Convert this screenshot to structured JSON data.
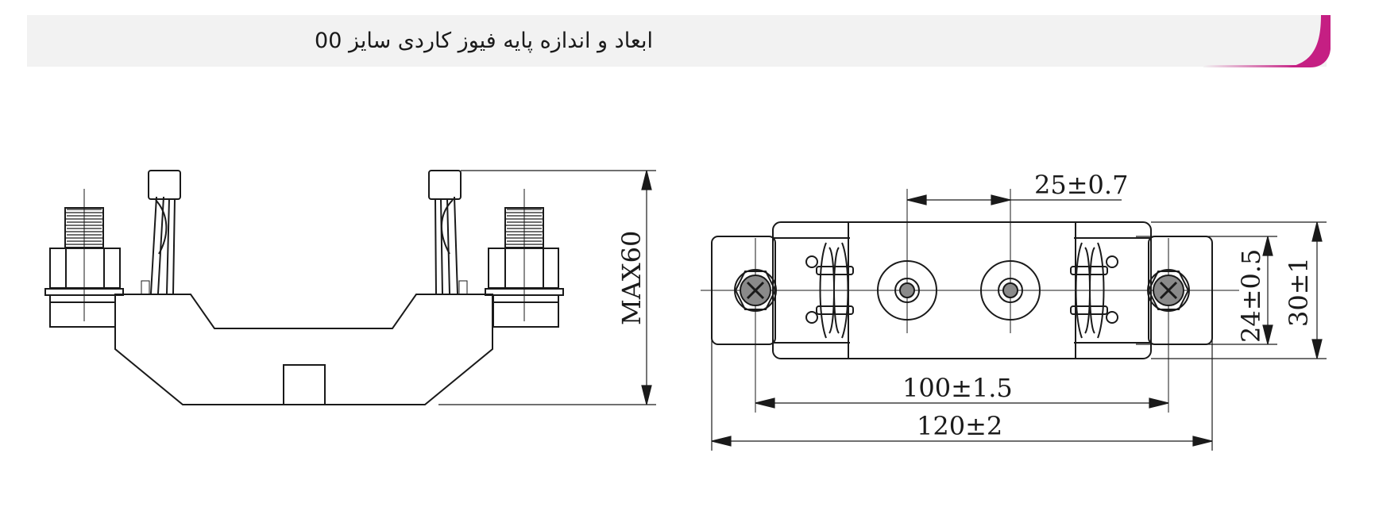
{
  "header": {
    "title": "ابعاد و اندازه پایه فیوز کاردی سایز 00",
    "accent_color": "#c51f83",
    "bar_color": "#f2f2f2"
  },
  "side_view": {
    "height_label": "MAX60"
  },
  "top_view": {
    "contact_spacing_label": "25±0.7",
    "inner_width_label": "24±0.5",
    "outer_width_label": "30±1",
    "bolt_spacing_label": "100±1.5",
    "overall_length_label": "120±2"
  }
}
